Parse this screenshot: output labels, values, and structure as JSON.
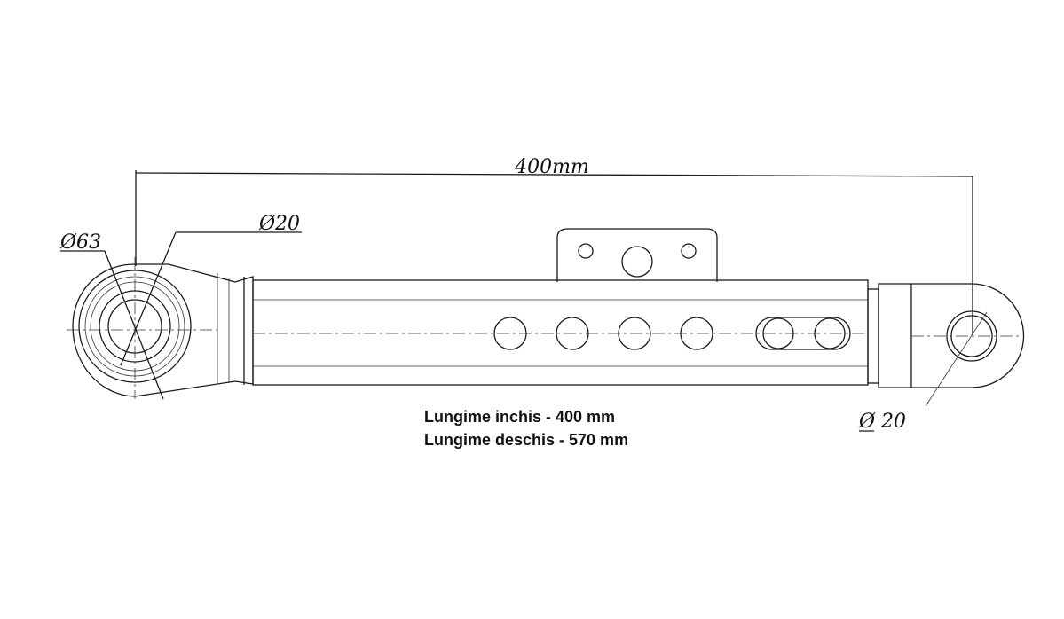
{
  "dimensions": {
    "overall_length": "400mm",
    "left_eye_outer_diameter": "Ø63",
    "left_eye_bore_diameter": "Ø20",
    "right_eye_bore_diameter": "Ø 20"
  },
  "notes": {
    "closed_length": "Lungime inchis - 400 mm",
    "open_length": "Lungime deschis - 570 mm"
  }
}
